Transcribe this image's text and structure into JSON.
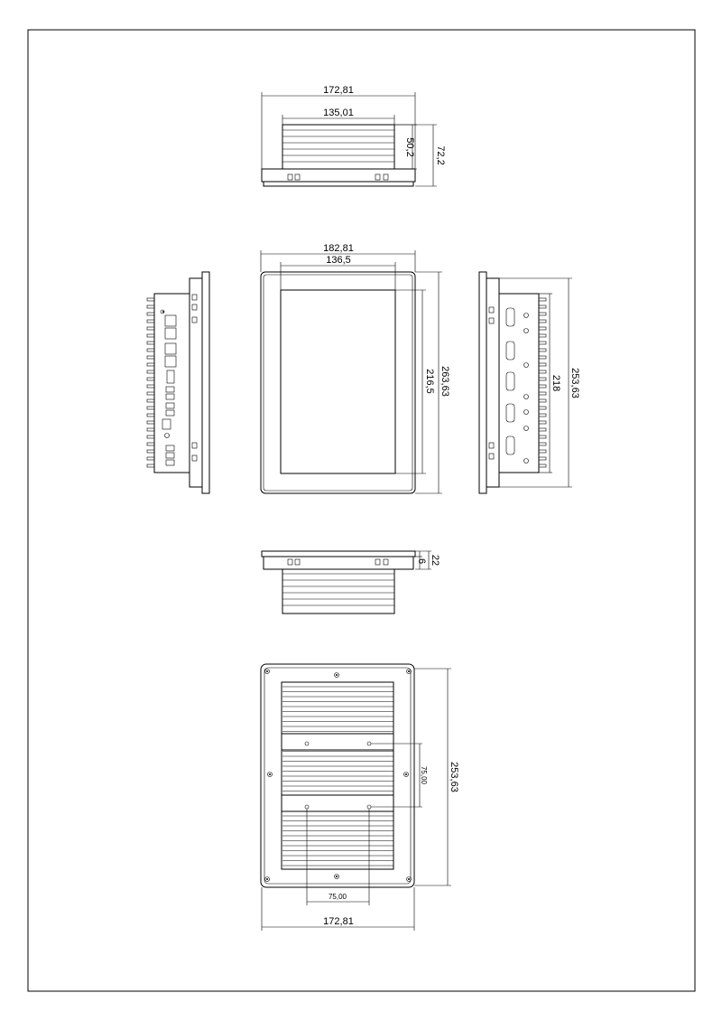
{
  "drawing": {
    "top_view": {
      "outer_width": "172,81",
      "inner_width": "135,01",
      "heatsink_depth": "50,2",
      "total_depth": "72,2"
    },
    "front_view": {
      "outer_width": "182,81",
      "screen_width": "136,5",
      "screen_height": "216,5",
      "outer_height": "263,63"
    },
    "right_view": {
      "inner_height": "218",
      "outer_height": "253,63"
    },
    "bottom_view": {
      "depth": "22",
      "bezel": "6"
    },
    "rear_view": {
      "vesa_vertical": "75,00",
      "vesa_horizontal": "75,00",
      "height": "253,63",
      "width": "172,81"
    }
  }
}
